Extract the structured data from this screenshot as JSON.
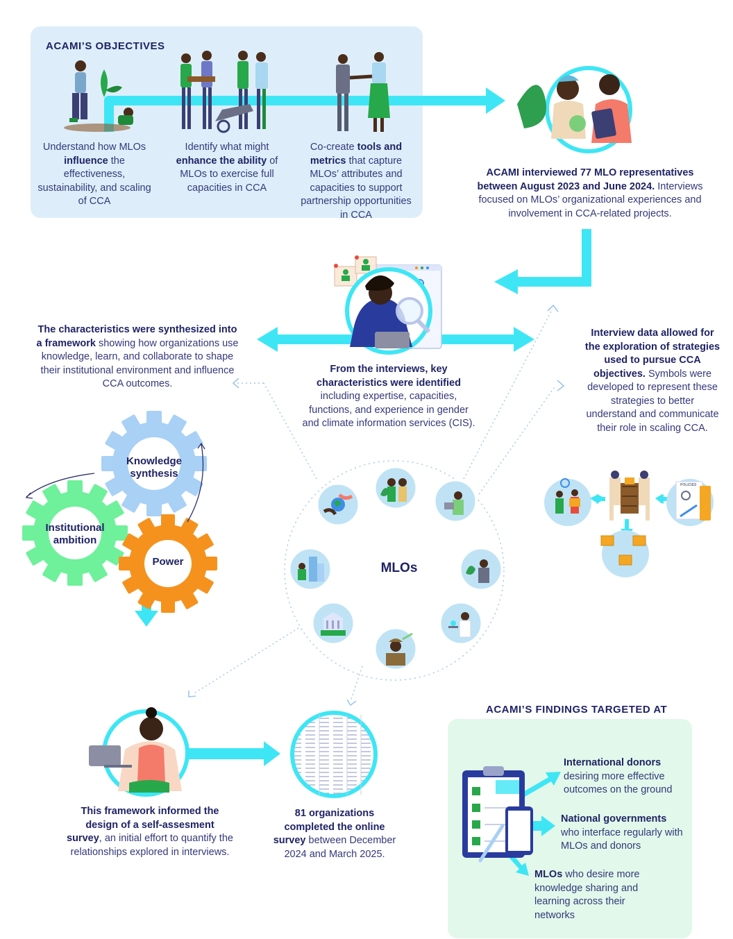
{
  "objectives": {
    "title": "ACAMI’S OBJECTIVES",
    "items": [
      {
        "pre": "Understand how MLOs ",
        "bold": "influence",
        "post": " the effectiveness, sustainability, and scaling of CCA"
      },
      {
        "pre": "Identify what might ",
        "bold": "enhance the ability",
        "post": " of MLOs to exercise full capacities in CCA"
      },
      {
        "pre": "Co-create ",
        "bold": "tools and metrics",
        "post": " that capture MLOs’ attributes and capacities to support partnership opportunities in CCA"
      }
    ]
  },
  "interviews": {
    "bold": "ACAMI interviewed 77 MLO representatives between August 2023 and June 2024.",
    "post": " Interviews focused on MLOs’ organizational experiences and involvement in CCA-related projects."
  },
  "characteristics": {
    "bold": "From the interviews, key characteristics were identified",
    "post": " including expertise, capacities, functions, and experience in gender and climate information services (CIS)."
  },
  "framework": {
    "bold": "The characteristics were synthesized into a framework",
    "post": " showing how organizations use knowledge, learn, and collaborate to shape their institutional environment and influence CCA outcomes."
  },
  "strategies": {
    "bold": "Interview data allowed for the exploration of strategies used to pursue CCA objectives.",
    "post": " Symbols were developed to represent these strategies to better understand and communicate their role in scaling CCA."
  },
  "gears": {
    "knowledge": "Knowledge synthesis",
    "institutional": "Institutional ambition",
    "power": "Power"
  },
  "mlos_center": "MLOs",
  "survey_design": {
    "bold": "This framework informed the design of a self-assesment survey",
    "post": ", an initial effort to quantify the relationships explored in interviews."
  },
  "survey_done": {
    "bold": "81 organizations completed the online survey",
    "post": " between December 2024 and March 2025."
  },
  "findings": {
    "title": "ACAMI’S FINDINGS TARGETED AT",
    "items": [
      {
        "bold": "International donors",
        "post": " desiring more effective outcomes on the ground"
      },
      {
        "bold": "National governments",
        "post": " who interface regularly with MLOs and donors"
      },
      {
        "bold": "MLOs",
        "post": " who desire more knowledge sharing and learning across their networks"
      }
    ]
  },
  "policies_label": "POLICIES",
  "colors": {
    "arrow": "#3ee6f5",
    "navy": "#1f2364",
    "gear_knowledge": "#a9d0f5",
    "gear_institutional": "#6ff09a",
    "gear_power": "#f5921e",
    "panel_blue": "#ddeefa",
    "panel_green": "#e2f8ea"
  }
}
